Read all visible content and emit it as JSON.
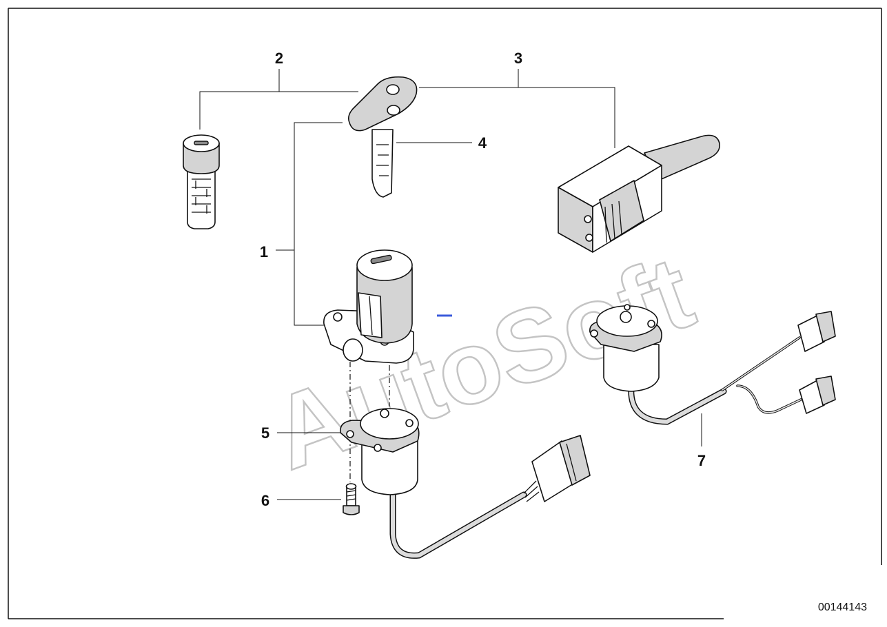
{
  "diagram": {
    "watermark": "AutoSoft",
    "reference_number": "00144143",
    "callouts": [
      {
        "id": "label-1",
        "text": "1"
      },
      {
        "id": "label-2",
        "text": "2"
      },
      {
        "id": "label-3",
        "text": "3"
      },
      {
        "id": "label-4",
        "text": "4"
      },
      {
        "id": "label-5",
        "text": "5"
      },
      {
        "id": "label-6",
        "text": "6"
      },
      {
        "id": "label-7",
        "text": "7"
      }
    ]
  }
}
